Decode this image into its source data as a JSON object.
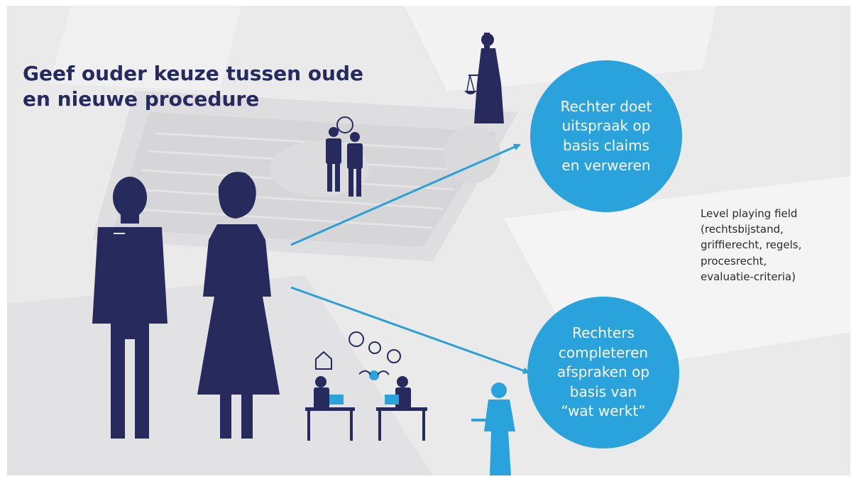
{
  "title_lines": [
    "Geef ouder keuze tussen oude",
    "en nieuwe procedure"
  ],
  "circle_top_lines": [
    "Rechter doet",
    "uitspraak op",
    "basis claims",
    "en verweren"
  ],
  "circle_bottom_lines": [
    "Rechters",
    "completeren",
    "afspraken op",
    "basis van",
    "“wat werkt”"
  ],
  "side_note_lines": [
    "Level playing field",
    "(rechtsbijstand,",
    "griffierecht, regels,",
    "procesrecht,",
    "evaluatie-criteria)"
  ],
  "icons": [
    "justice-statue-icon",
    "arguing-people-icon",
    "man-figure-icon",
    "woman-figure-icon",
    "mediation-desk-icon",
    "judge-woman-icon"
  ],
  "colors": {
    "navy": "#262a5c",
    "circle_blue": "#2aa3dc",
    "arrow_blue": "#2a9fd8",
    "background_gray": "#ececed"
  }
}
